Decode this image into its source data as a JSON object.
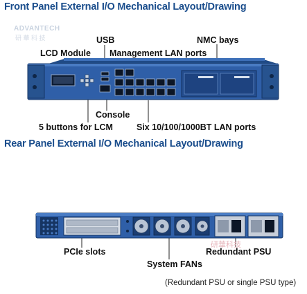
{
  "headings": {
    "front": "Front Panel External I/O Mechanical Layout/Drawing",
    "rear": "Rear Panel External I/O Mechanical Layout/Drawing"
  },
  "watermark": {
    "brand": "ADVANTECH",
    "sub": "研 華 科 技",
    "rear_mark": "研華科技"
  },
  "front_labels": {
    "lcd_module": "LCD Module",
    "usb": "USB",
    "management_lan": "Management LAN ports",
    "nmc_bays": "NMC bays",
    "console": "Console",
    "buttons": "5 buttons for LCM",
    "lan_ports": "Six 10/100/1000BT LAN ports"
  },
  "rear_labels": {
    "pcie": "PCIe slots",
    "fans": "System FANs",
    "psu": "Redundant PSU",
    "psu_note": "(Redundant PSU or single PSU type)"
  },
  "colors": {
    "heading": "#1a4d8c",
    "chassis": "#2f5fa8",
    "chassis_dark": "#1c3f78"
  }
}
